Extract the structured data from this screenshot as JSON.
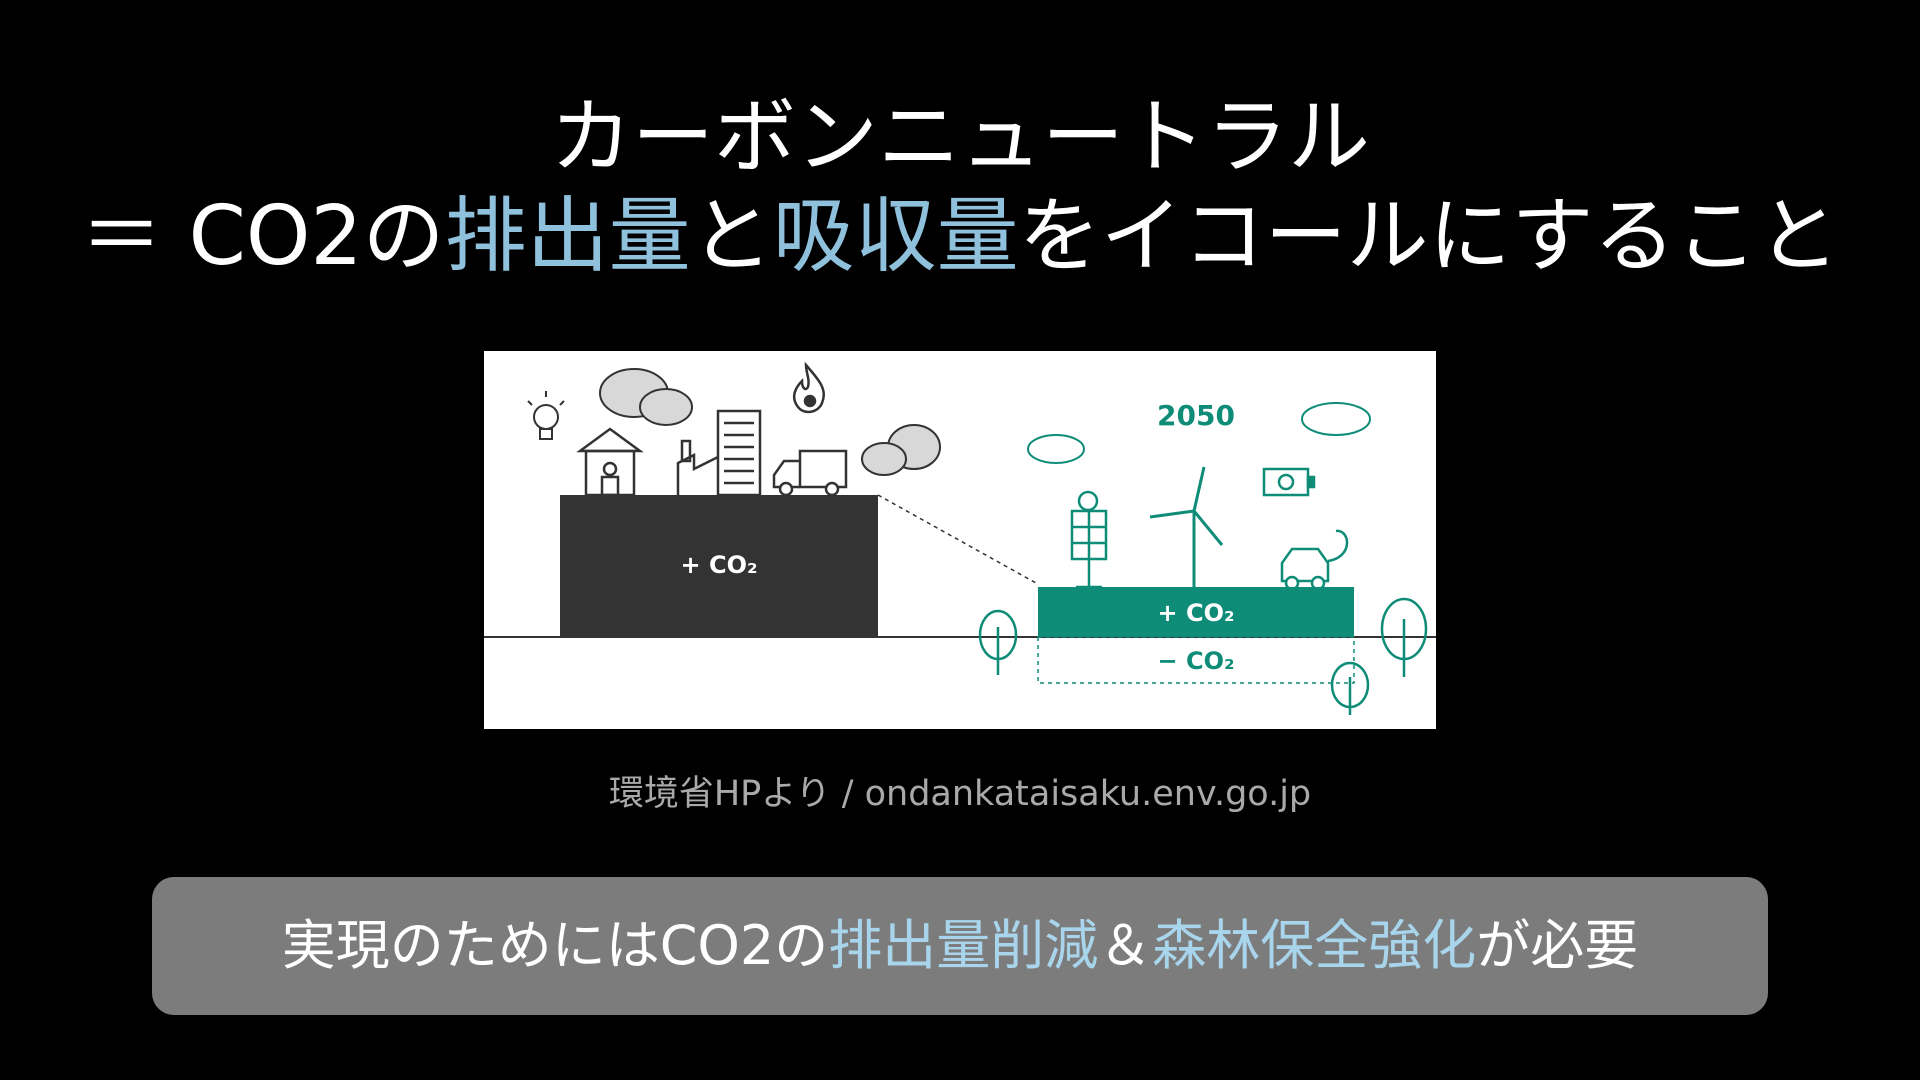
{
  "title": {
    "line1": "カーボンニュートラル",
    "line2_prefix": "＝ CO2の",
    "line2_accent1": "排出量",
    "line2_mid": "と",
    "line2_accent2": "吸収量",
    "line2_suffix": "をイコールにすること"
  },
  "figure": {
    "left_block_label": "+ CO₂",
    "year": "2050",
    "right_plus_label": "+ CO₂",
    "right_minus_label": "− CO₂"
  },
  "caption": "環境省HPより / ondankataisaku.env.go.jp",
  "banner": {
    "prefix": "実現のためにはCO2の",
    "accent1": "排出量削減",
    "mid": "＆",
    "accent2": "森林保全強化",
    "suffix": "が必要"
  },
  "colors": {
    "accent": "#8fc1dc",
    "banner_bg": "#7c7c7c",
    "teal": "#0e8c77",
    "dark_block": "#333333"
  }
}
